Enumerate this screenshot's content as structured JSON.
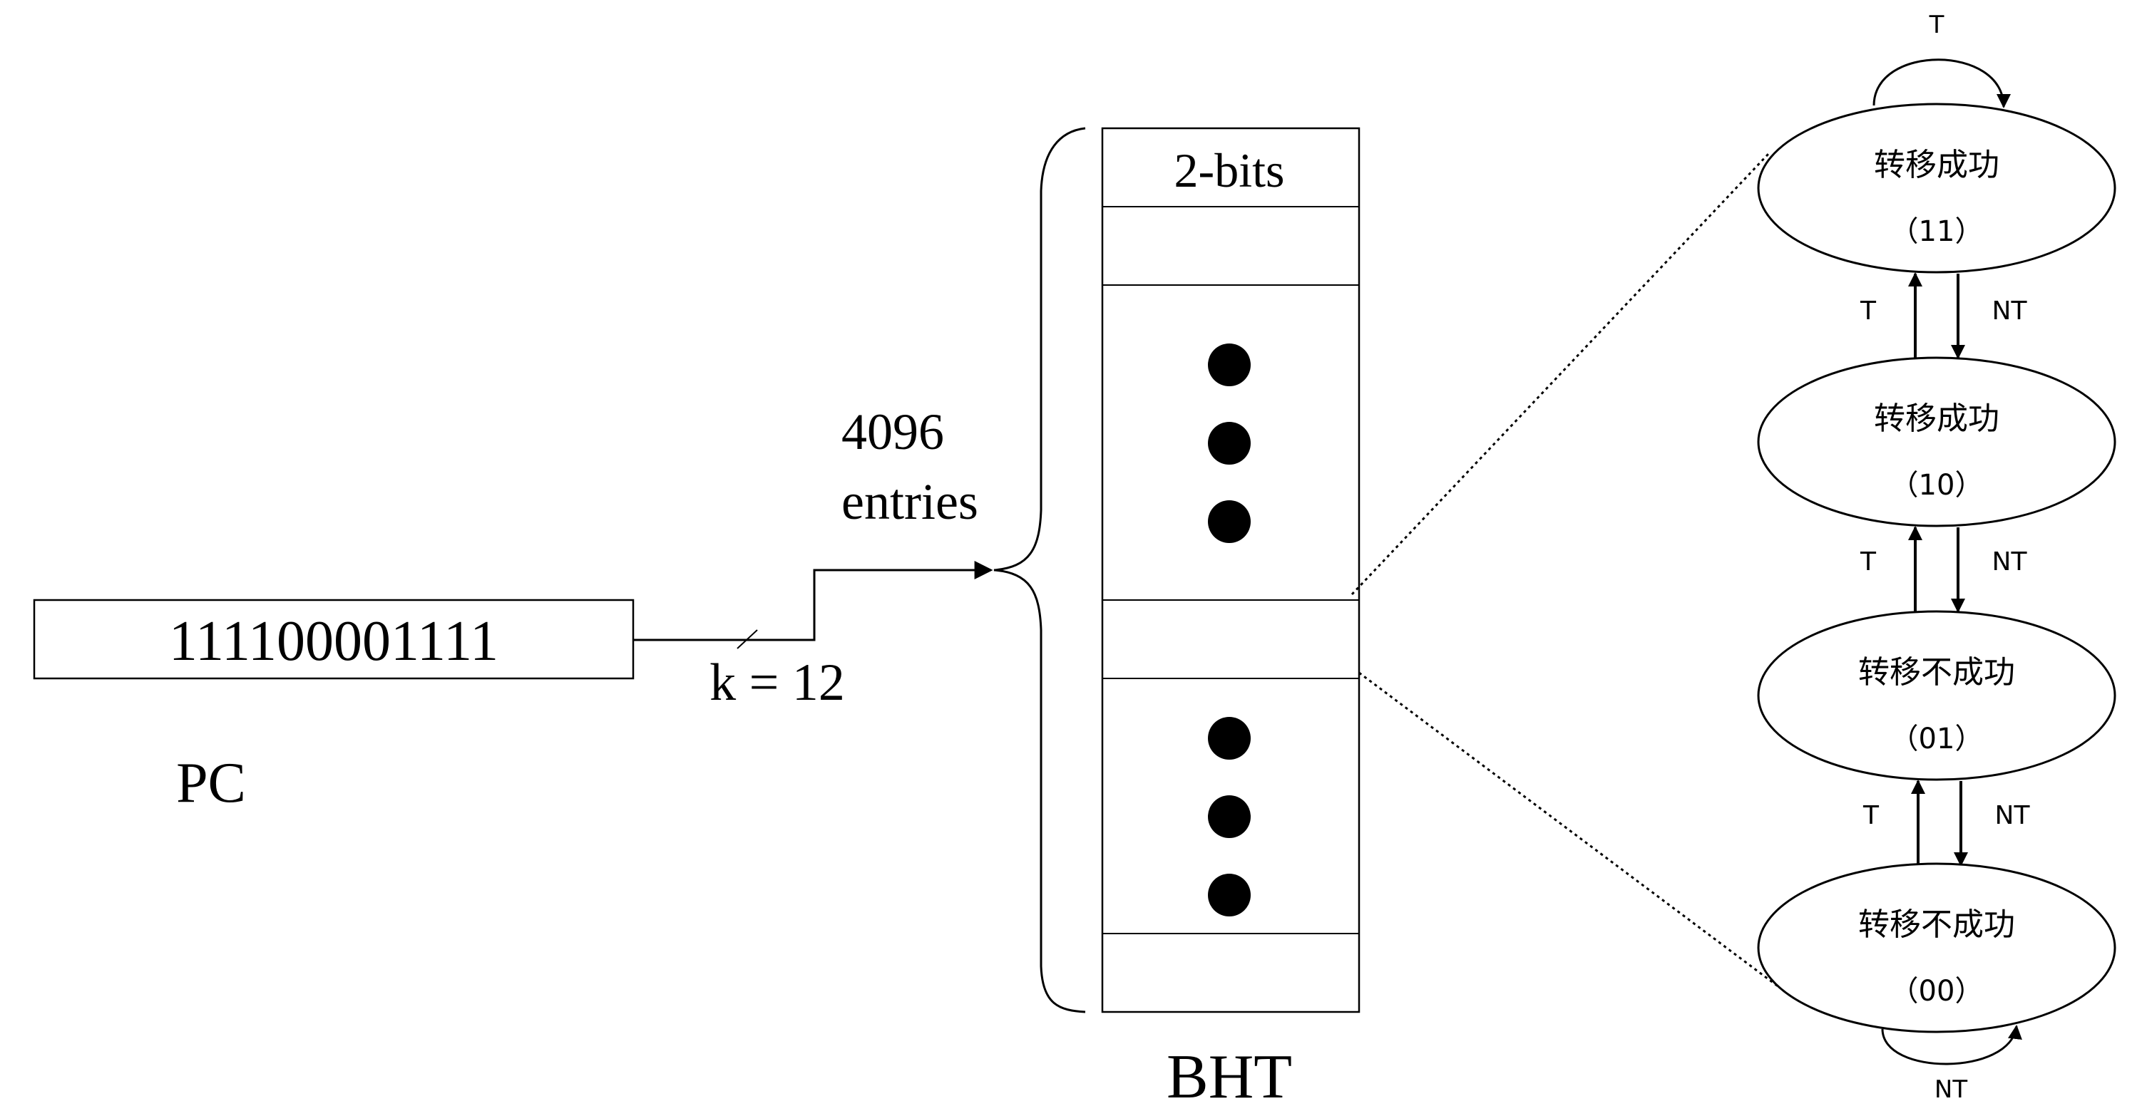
{
  "pc": {
    "value": "111100001111",
    "label": "PC"
  },
  "index": {
    "label": "k = 12"
  },
  "bht": {
    "title": "BHT",
    "size_top": "4096",
    "size_bottom": "entries",
    "column_header": "2-bits",
    "ellipsis_dots": 3
  },
  "fsm": {
    "states": [
      {
        "name": "转移成功",
        "code": "（11）"
      },
      {
        "name": "转移成功",
        "code": "（10）"
      },
      {
        "name": "转移不成功",
        "code": "（01）"
      },
      {
        "name": "转移不成功",
        "code": "（00）"
      }
    ],
    "self_loop_top": "T",
    "self_loop_bottom": "NT",
    "up_label": "T",
    "down_label": "NT"
  },
  "colors": {
    "stroke": "#000000",
    "background": "#ffffff"
  }
}
